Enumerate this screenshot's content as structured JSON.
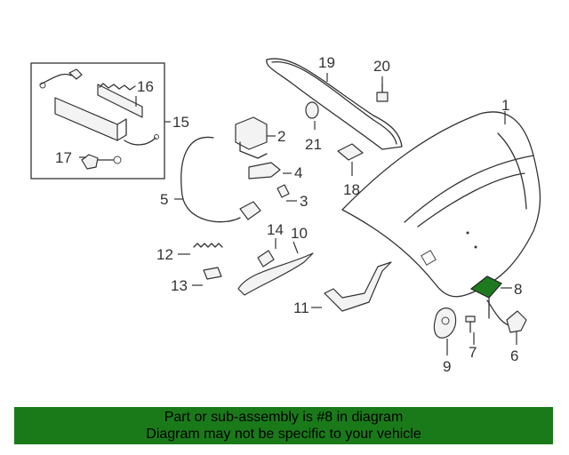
{
  "diagram": {
    "callouts": [
      "1",
      "2",
      "3",
      "4",
      "5",
      "6",
      "7",
      "8",
      "9",
      "10",
      "11",
      "12",
      "13",
      "14",
      "15",
      "16",
      "17",
      "18",
      "19",
      "20",
      "21"
    ],
    "highlight_color": "#1f7a1f"
  },
  "banner": {
    "line1": "Part or sub-assembly is #8 in diagram",
    "line2": "Diagram may not be specific to your vehicle",
    "background": "#1a7a1a"
  }
}
